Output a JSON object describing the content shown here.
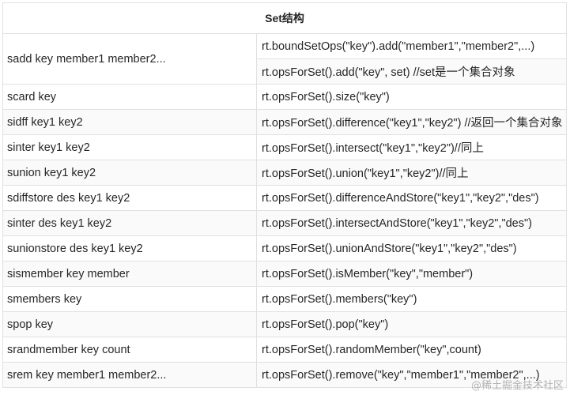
{
  "table": {
    "title": "Set结构",
    "rows": [
      {
        "cmd": "sadd key member1 member2...",
        "apis": [
          "rt.boundSetOps(\"key\").add(\"member1\",\"member2\",...)",
          "rt.opsForSet().add(\"key\", set) //set是一个集合对象"
        ]
      },
      {
        "cmd": "scard key",
        "apis": [
          "rt.opsForSet().size(\"key\")"
        ]
      },
      {
        "cmd": "sidff key1 key2",
        "apis": [
          "rt.opsForSet().difference(\"key1\",\"key2\") //返回一个集合对象"
        ]
      },
      {
        "cmd": "sinter key1 key2",
        "apis": [
          "rt.opsForSet().intersect(\"key1\",\"key2\")//同上"
        ]
      },
      {
        "cmd": "sunion key1 key2",
        "apis": [
          "rt.opsForSet().union(\"key1\",\"key2\")//同上"
        ]
      },
      {
        "cmd": "sdiffstore des key1 key2",
        "apis": [
          "rt.opsForSet().differenceAndStore(\"key1\",\"key2\",\"des\")"
        ]
      },
      {
        "cmd": "sinter des key1 key2",
        "apis": [
          "rt.opsForSet().intersectAndStore(\"key1\",\"key2\",\"des\")"
        ]
      },
      {
        "cmd": "sunionstore des key1 key2",
        "apis": [
          "rt.opsForSet().unionAndStore(\"key1\",\"key2\",\"des\")"
        ]
      },
      {
        "cmd": "sismember key member",
        "apis": [
          "rt.opsForSet().isMember(\"key\",\"member\")"
        ]
      },
      {
        "cmd": "smembers key",
        "apis": [
          "rt.opsForSet().members(\"key\")"
        ]
      },
      {
        "cmd": "spop key",
        "apis": [
          "rt.opsForSet().pop(\"key\")"
        ]
      },
      {
        "cmd": "srandmember key count",
        "apis": [
          "rt.opsForSet().randomMember(\"key\",count)"
        ]
      },
      {
        "cmd": "srem key member1 member2...",
        "apis": [
          "rt.opsForSet().remove(\"key\",\"member1\",\"member2\",...)"
        ]
      }
    ]
  },
  "watermark": "@稀土掘金技术社区"
}
